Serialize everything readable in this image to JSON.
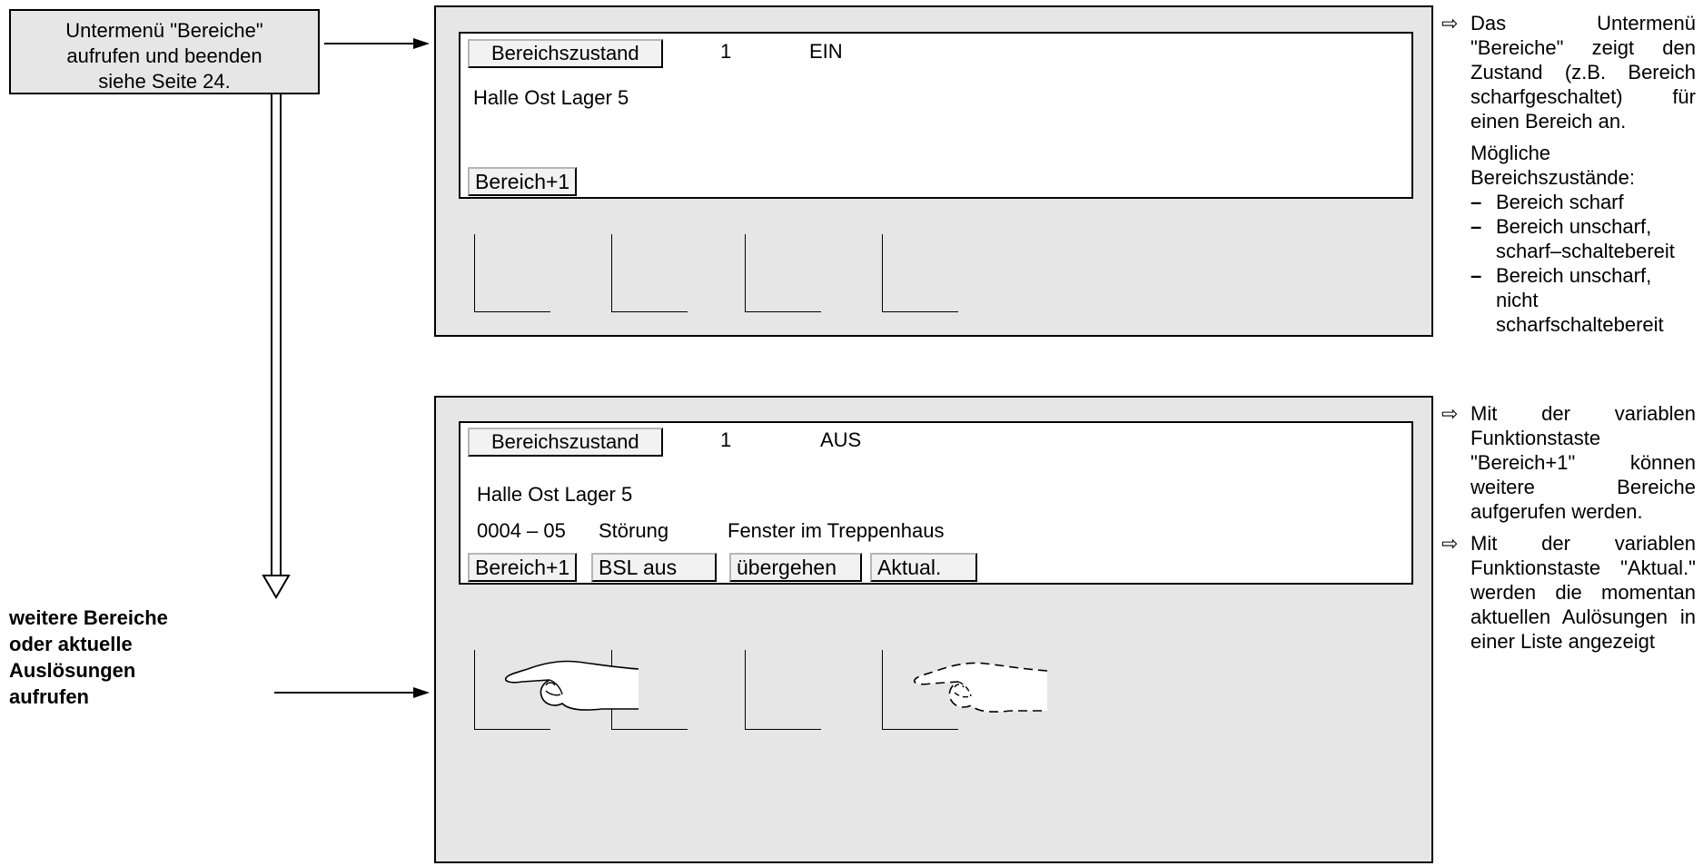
{
  "start_box": {
    "lines": [
      "Untermenü \"Bereiche\"",
      "aufrufen und beenden",
      "siehe Seite 24."
    ]
  },
  "screen1": {
    "header_key": "Bereichszustand",
    "number": "1",
    "state": "EIN",
    "area_name": "Halle Ost Lager 5",
    "keys": [
      "Bereich+1"
    ]
  },
  "screen2": {
    "header_key": "Bereichszustand",
    "number": "1",
    "state": "AUS",
    "area_name": "Halle Ost Lager 5",
    "fault_line": {
      "code": "0004 – 05",
      "type": "Störung",
      "location": "Fenster im Treppenhaus"
    },
    "keys": [
      "Bereich+1",
      "BSL aus",
      "übergehen",
      "Aktual."
    ]
  },
  "bottom_note": {
    "lines": [
      "weitere Bereiche",
      "oder aktuelle",
      "Auslösungen",
      "aufrufen"
    ]
  },
  "desc1": {
    "symbol": "⇨",
    "text": "Das Untermenü \"Bereiche\" zeigt den Zustand (z.B. Bereich scharfgeschaltet) für einen Bereich an.",
    "states_title": "Mögliche Bereichszustände:",
    "states": [
      "Bereich  scharf",
      "Bereich unscharf, scharf–schaltebereit",
      "Bereich unscharf, nicht scharfschaltebereit"
    ]
  },
  "desc2": {
    "items": [
      {
        "symbol": "⇨",
        "text": "Mit der variablen Funktionstaste \"Bereich+1\" können weitere Bereiche aufgerufen werden."
      },
      {
        "symbol": "⇨",
        "text": "Mit der variablen Funktionstaste \"Aktual.\" werden die momentan aktuellen Aulösungen in einer Liste angezeigt"
      }
    ]
  },
  "colors": {
    "panel": "#e6e6e6",
    "screen": "#ffffff",
    "line": "#000000"
  }
}
